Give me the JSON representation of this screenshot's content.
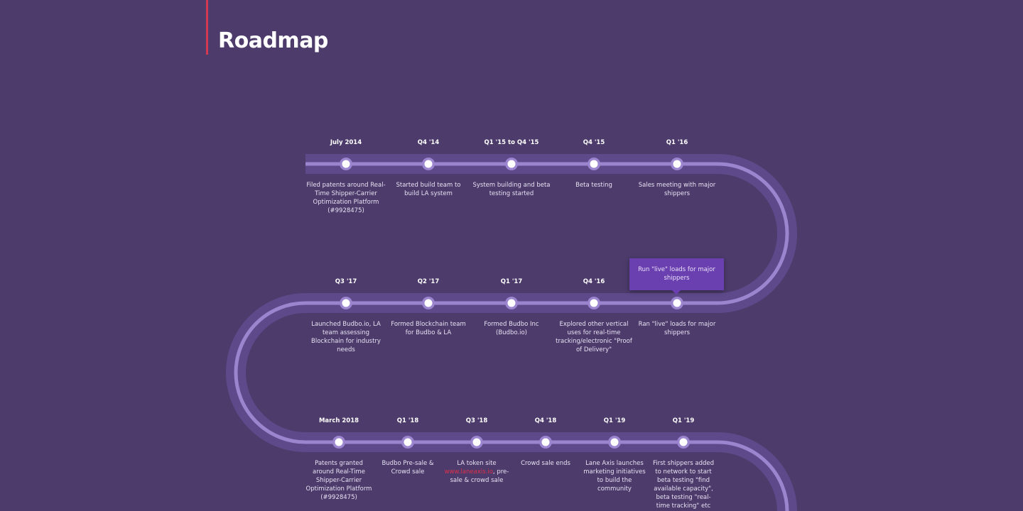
{
  "page": {
    "title": "Roadmap"
  },
  "colors": {
    "background": "#4c3b6b",
    "road_band": "#5e4a8a",
    "road_line": "#9b85cf",
    "node_ring": "#9b85cf",
    "node_fill": "#ffffff",
    "accent_bar": "#d33a52",
    "tooltip": "#6a3fb0",
    "link": "#e0314b"
  },
  "tooltip": {
    "text": "Run \"live\" loads for major shippers"
  },
  "rows": [
    {
      "milestones": [
        {
          "date": "July 2014",
          "desc": "Filed patents around Real-Time Shipper-Carrier Optimization Platform (#9928475)"
        },
        {
          "date": "Q4 '14",
          "desc": "Started build team to build LA system"
        },
        {
          "date": "Q1 '15 to Q4 '15",
          "desc": "System building and beta testing started"
        },
        {
          "date": "Q4 '15",
          "desc": "Beta testing"
        },
        {
          "date": "Q1 '16",
          "desc": "Sales meeting with major shippers"
        }
      ]
    },
    {
      "milestones": [
        {
          "date": "Q3 '17",
          "desc": "Launched Budbo.io, LA team assessing Blockchain for industry needs"
        },
        {
          "date": "Q2 '17",
          "desc": "Formed Blockchain team for Budbo & LA"
        },
        {
          "date": "Q1 '17",
          "desc": "Formed Budbo Inc (Budbo.io)"
        },
        {
          "date": "Q4 '16",
          "desc": "Explored other vertical uses for real-time tracking/electronic \"Proof of Delivery\""
        },
        {
          "date": "",
          "desc": "Ran \"live\" loads for major shippers"
        }
      ]
    },
    {
      "milestones": [
        {
          "date": "March 2018",
          "desc": "Patents granted around Real-Time Shipper-Carrier Optimization Platform (#9928475)"
        },
        {
          "date": "Q1 '18",
          "desc": "Budbo Pre-sale & Crowd sale"
        },
        {
          "date": "Q3 '18",
          "desc": "",
          "desc_before": "LA token site ",
          "link": "www.laneaxis.io",
          "desc_after": ", pre-sale & crowd sale"
        },
        {
          "date": "Q4 '18",
          "desc": "Crowd sale ends"
        },
        {
          "date": "Q1 '19",
          "desc": "Lane Axis launches marketing initiatives to build the community"
        },
        {
          "date": "Q1 '19",
          "desc": "First shippers added to network to start beta testing \"find available capacity\", beta testing \"real-time tracking\" etc"
        }
      ]
    }
  ]
}
